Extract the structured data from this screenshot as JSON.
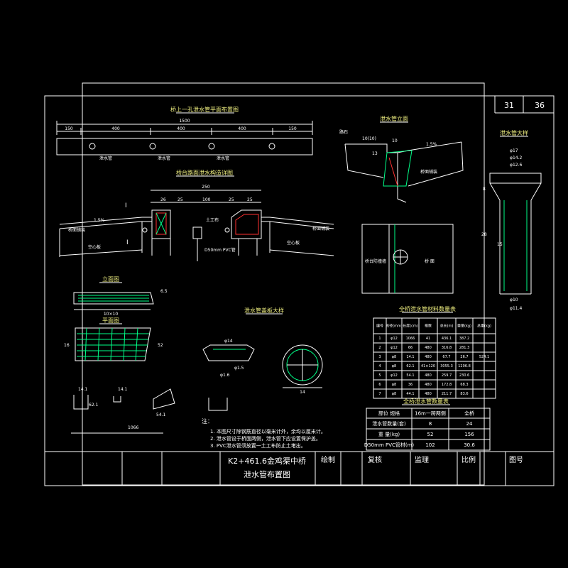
{
  "sheet": {
    "index": "31",
    "total": "36"
  },
  "views": {
    "bridge_plan_title": "桥上一孔泄水管平面布置图",
    "bridge_plan_dims": [
      "150",
      "400",
      "400",
      "400",
      "150"
    ],
    "bridge_plan_total": "1500",
    "pipe_label": "泄水管",
    "section_title": "桥台路面泄水构造详图",
    "section_dims_top": [
      "26",
      "25",
      "100",
      "25",
      "25"
    ],
    "section_total": "250",
    "slope_label": "1.5%",
    "deck_label": "桥面铺装",
    "hollow_left": "空心板",
    "hollow_right": "空心板",
    "geotextile": "土工布",
    "pvc_label": "D50mm PVC管",
    "drain_elev_title": "泄水管立面",
    "drain_elev_dims": [
      "10(10)",
      "10",
      "13"
    ],
    "curb_label": "路石",
    "deck_pave": "桥面铺装",
    "slope_right": "1.5%",
    "plan_left": "桥台防撞墙",
    "plan_right": "桥 面",
    "pipe_detail_title": "泄水管大样",
    "pipe_detail_dims": [
      "φ17",
      "φ14.2",
      "φ12.6",
      "8",
      "28",
      "15",
      "φ10",
      "φ11.4"
    ],
    "grate_elev_title": "立面图",
    "grate_plan_title": "平面图",
    "grate_dims": [
      "10×10",
      "6.5",
      "52",
      "16"
    ],
    "grate_parts": [
      "14.1",
      "62.1",
      "14.1",
      "54.1"
    ],
    "rebar_mark": "1066",
    "cap_detail_title": "泄水管盖板大样",
    "cap_dims": [
      "φ14",
      "φ1.5",
      "φ1.6",
      "14"
    ]
  },
  "material_table": {
    "title": "全桥泄水管材料数量表",
    "headers": [
      "编号",
      "直径(mm)",
      "长度(cm)",
      "根数",
      "总长(m)",
      "重量(kg)",
      "总重(kg)"
    ],
    "rows": [
      [
        "1",
        "φ12",
        "1066",
        "41",
        "436.1",
        "387.2",
        ""
      ],
      [
        "2",
        "φ12",
        "66",
        "480",
        "316.8",
        "281.3",
        ""
      ],
      [
        "3",
        "φ8",
        "14.1",
        "480",
        "67.7",
        "26.7",
        "524.1"
      ],
      [
        "4",
        "φ8",
        "62.1",
        "41×120",
        "3055.3",
        "1206.8",
        ""
      ],
      [
        "5",
        "φ12",
        "54.1",
        "480",
        "259.7",
        "230.6",
        ""
      ],
      [
        "6",
        "φ8",
        "36",
        "480",
        "172.8",
        "68.3",
        ""
      ],
      [
        "7",
        "φ8",
        "44.1",
        "480",
        "211.7",
        "83.6",
        ""
      ]
    ]
  },
  "count_table": {
    "title": "全桥泄水管数量表",
    "headers": [
      "部位 规格",
      "16m一跨两侧",
      "全桥"
    ],
    "rows": [
      [
        "泄水管数量(套)",
        "8",
        "24"
      ],
      [
        "重 量(kg)",
        "52",
        "156"
      ],
      [
        "D50mm PVC管材(m)",
        "102",
        "30.6"
      ]
    ]
  },
  "notes": {
    "heading": "注：",
    "items": [
      "1. 本图尺寸除钢筋直径以毫米计外，余均以厘米计。",
      "2. 泄水管设于桥面两侧，泄水管下应设置保护盖。",
      "3. PVC泄水管须放置一土工布防止土堵出。"
    ]
  },
  "title_block": {
    "line1": "K2+461.6金鸡渠中桥",
    "line2": "泄水管布置图",
    "drawn": "绘制",
    "checked": "复核",
    "supervised": "监理",
    "scale": "比例",
    "drawing_no": "图号"
  }
}
